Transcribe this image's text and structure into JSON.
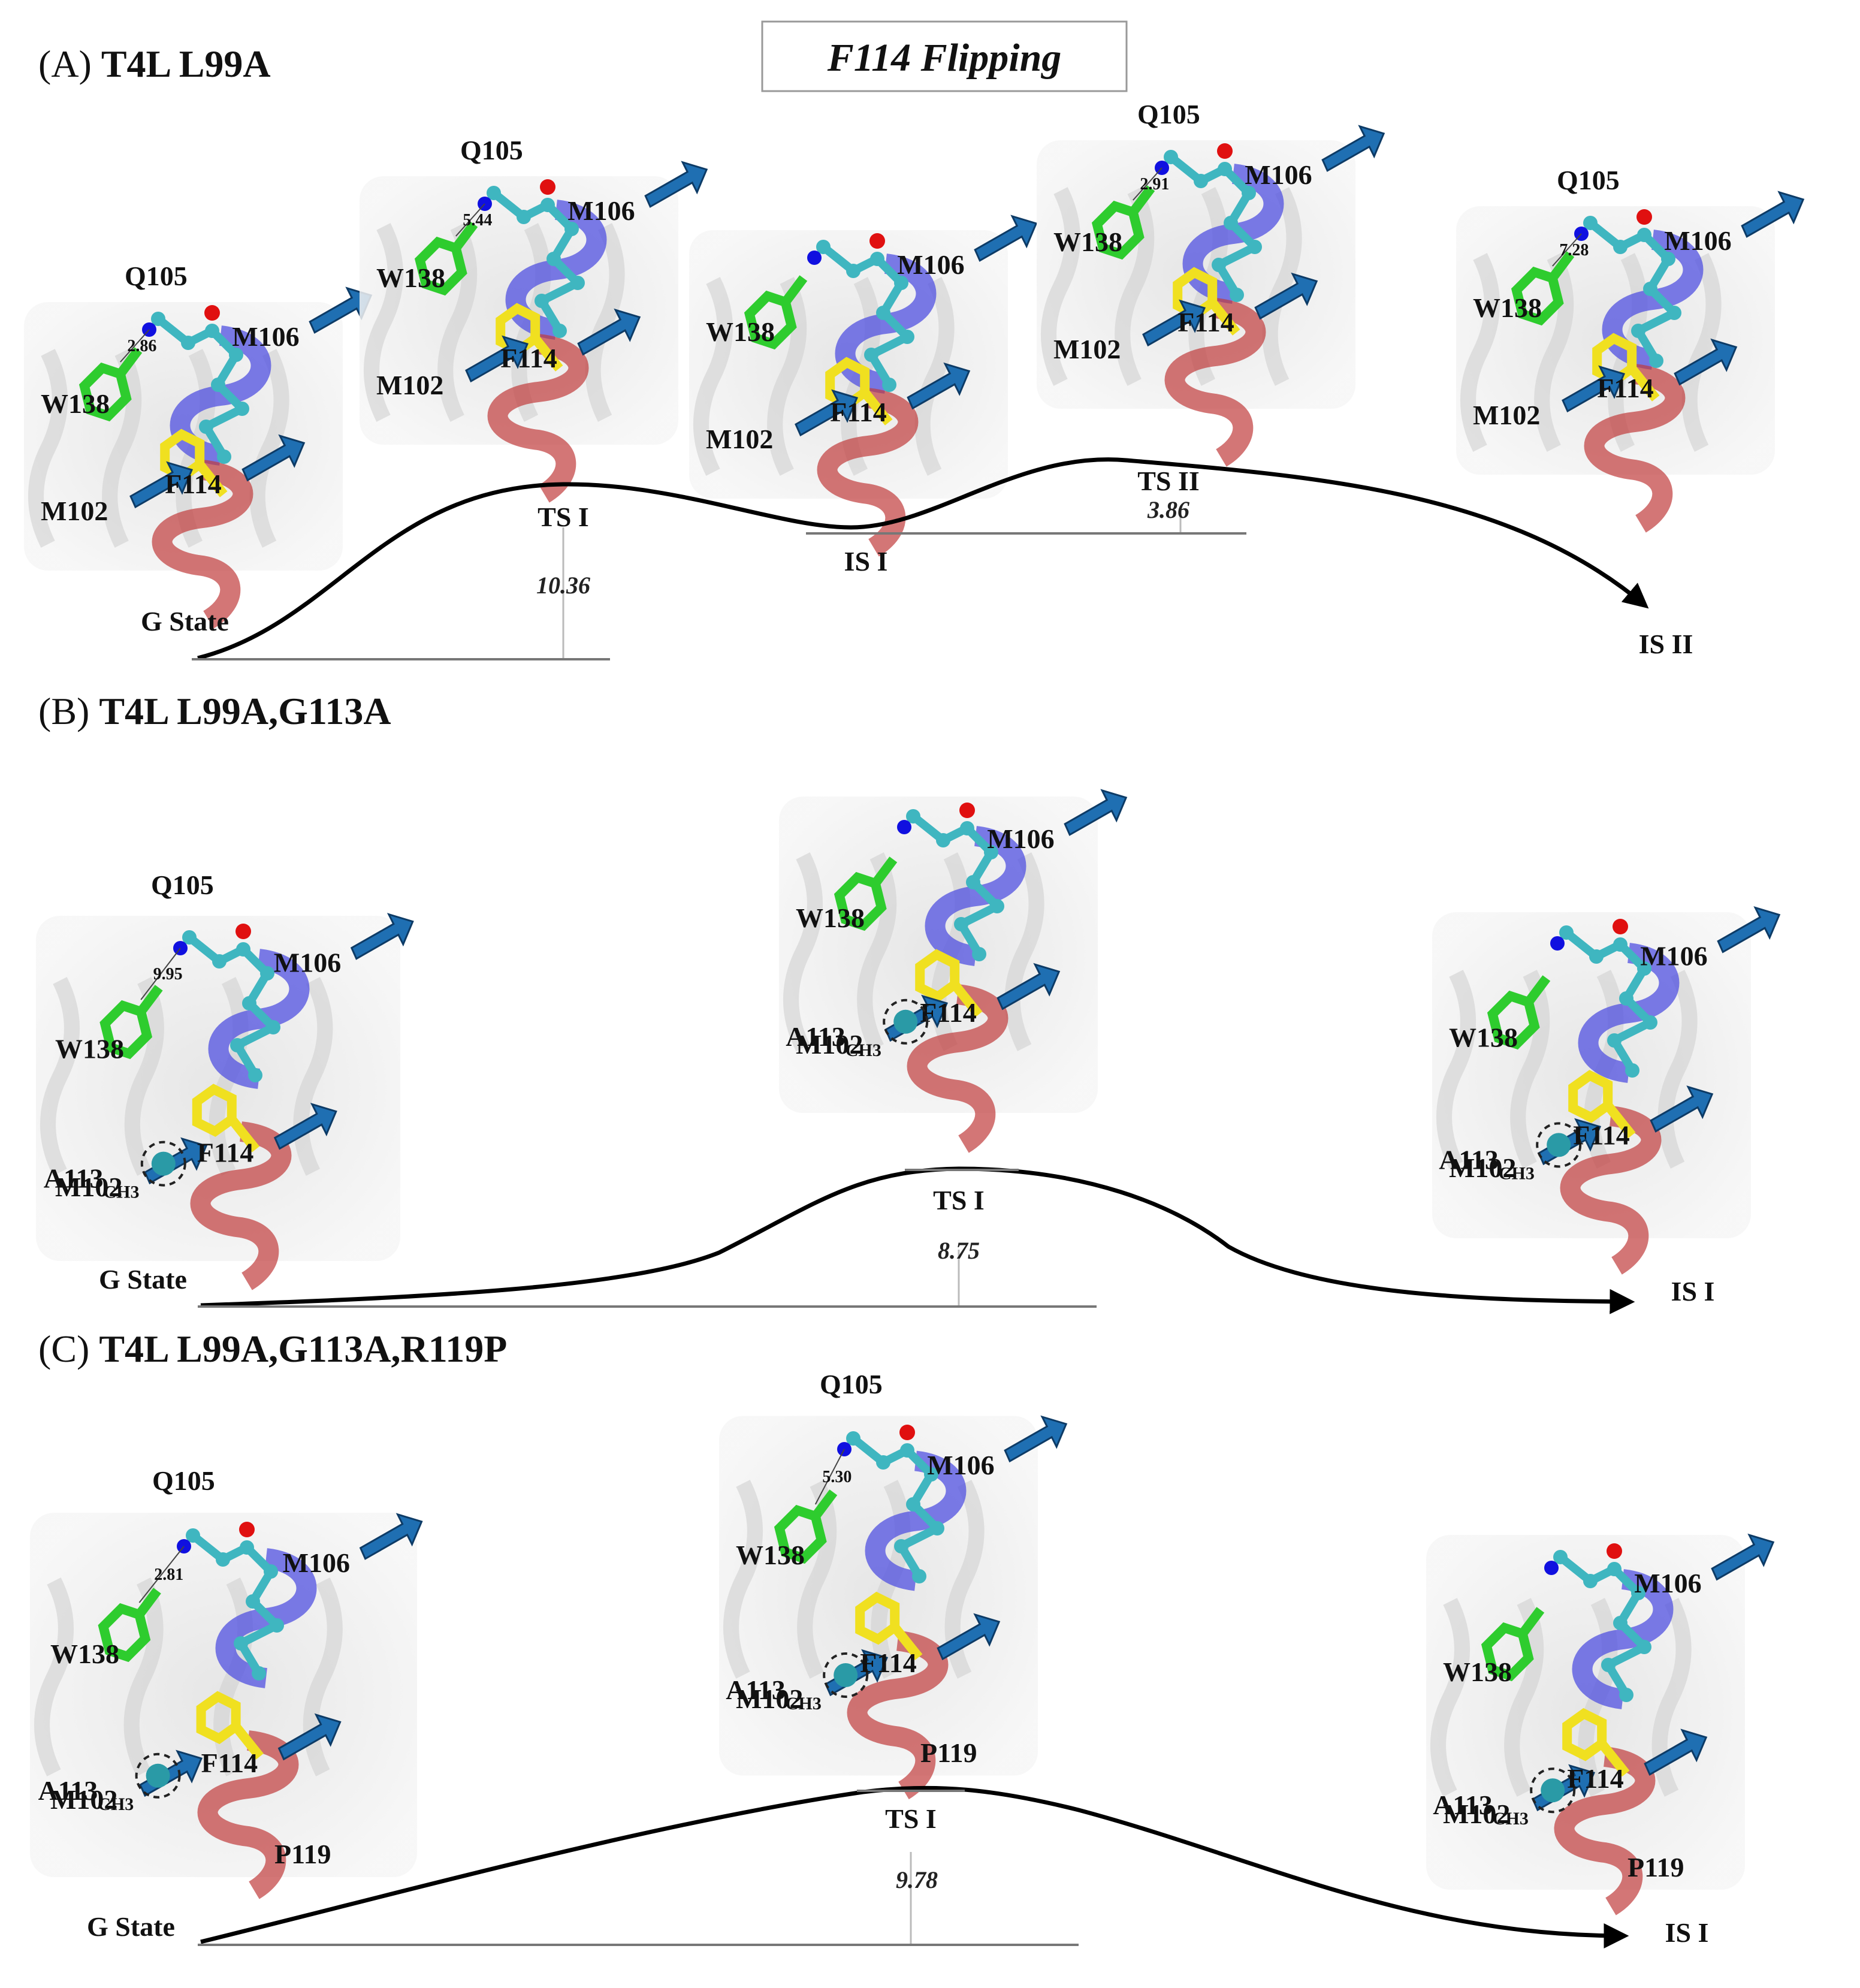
{
  "title": "F114 Flipping",
  "panels": [
    {
      "letter": "(A)",
      "name": "T4L L99A",
      "states": [
        {
          "label": "G State",
          "energy": ""
        },
        {
          "label": "TS I",
          "energy": "10.36"
        },
        {
          "label": "IS I",
          "energy": ""
        },
        {
          "label": "TS II",
          "energy": "3.86"
        },
        {
          "label": "IS II",
          "energy": ""
        }
      ],
      "snapshots": [
        {
          "residues": [
            "Q105",
            "M106",
            "W138",
            "M102",
            "F114"
          ],
          "distance": "2.86"
        },
        {
          "residues": [
            "Q105",
            "M106",
            "W138",
            "M102",
            "F114"
          ],
          "distance": "5.44"
        },
        {
          "residues": [
            "M106",
            "W138",
            "M102",
            "F114"
          ],
          "distance": ""
        },
        {
          "residues": [
            "Q105",
            "M106",
            "W138",
            "M102",
            "F114"
          ],
          "distance": "2.91"
        },
        {
          "residues": [
            "Q105",
            "M106",
            "W138",
            "M102",
            "F114"
          ],
          "distance": "7.28"
        }
      ]
    },
    {
      "letter": "(B)",
      "name": "T4L L99A,G113A",
      "states": [
        {
          "label": "G State",
          "energy": ""
        },
        {
          "label": "TS I",
          "energy": "8.75"
        },
        {
          "label": "IS I",
          "energy": ""
        }
      ],
      "snapshots": [
        {
          "residues": [
            "Q105",
            "W138",
            "M106",
            "M102",
            "F114",
            "A113"
          ],
          "distance": "9.95"
        },
        {
          "residues": [
            "W138",
            "M106",
            "M102",
            "F114",
            "A113"
          ],
          "distance": ""
        },
        {
          "residues": [
            "M106",
            "W138",
            "M102",
            "A113",
            "F114"
          ],
          "distance": ""
        }
      ]
    },
    {
      "letter": "(C)",
      "name": "T4L L99A,G113A,R119P",
      "states": [
        {
          "label": "G State",
          "energy": ""
        },
        {
          "label": "TS I",
          "energy": "9.78"
        },
        {
          "label": "IS I",
          "energy": ""
        }
      ],
      "snapshots": [
        {
          "residues": [
            "Q105",
            "M106",
            "W138",
            "M102",
            "A113",
            "F114",
            "P119"
          ],
          "distance": "2.81"
        },
        {
          "residues": [
            "Q105",
            "M106",
            "W138",
            "M102",
            "A113",
            "F114",
            "P119"
          ],
          "distance": "5.30"
        },
        {
          "residues": [
            "W138",
            "M106",
            "M102",
            "A113",
            "F114",
            "P119"
          ],
          "distance": ""
        }
      ]
    }
  ],
  "subscript": "CH3",
  "colors": {
    "helix_blue": "#5050e0",
    "helix_red": "#c03c3c",
    "w138_green": "#2ecc2e",
    "f114_yellow": "#f0e020",
    "carbon_cyan": "#3fb6c0",
    "arrow_blue": "#1f6fb2",
    "oxygen_red": "#e01010",
    "nitrogen_blue": "#1010e0"
  }
}
